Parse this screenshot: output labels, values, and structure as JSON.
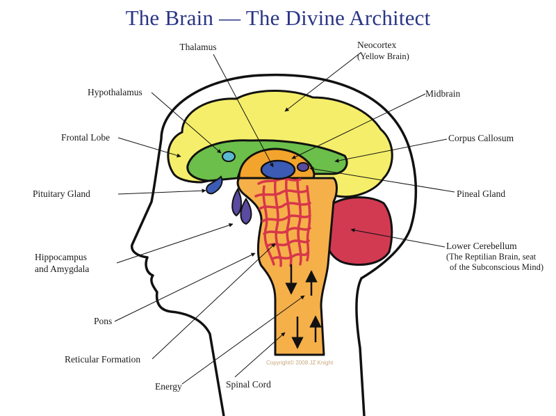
{
  "title": "The Brain — The Divine Architect",
  "copyright": "Copyright© 2008 JZ Knight",
  "labels": {
    "thalamus": "Thalamus",
    "neocortex": "Neocortex",
    "neocortex_sub": "(Yellow Brain)",
    "hypothalamus": "Hypothalamus",
    "midbrain": "Midbrain",
    "frontal_lobe": "Frontal Lobe",
    "corpus_callosum": "Corpus Callosum",
    "pituitary_gland": "Pituitary Gland",
    "pineal_gland": "Pineal Gland",
    "lower_cerebellum": "Lower Cerebellum",
    "lower_cerebellum_sub1": "(The Reptilian Brain, seat",
    "lower_cerebellum_sub2": "of the Subconscious Mind)",
    "hippocampus_1": "Hippocampus",
    "hippocampus_2": "and Amygdala",
    "pons": "Pons",
    "reticular_formation": "Reticular Formation",
    "energy": "Energy",
    "spinal_cord": "Spinal Cord"
  },
  "colors": {
    "title": "#2a3585",
    "neocortex": "#f5ee6a",
    "corpus_callosum": "#6bbf4a",
    "midbrain": "#f3a42c",
    "thalamus": "#3b5bb5",
    "brainstem": "#f5b04a",
    "cerebellum": "#d23a52",
    "reticular": "#d8364a",
    "pituitary": "#5a4aa0",
    "outline": "#111111"
  }
}
